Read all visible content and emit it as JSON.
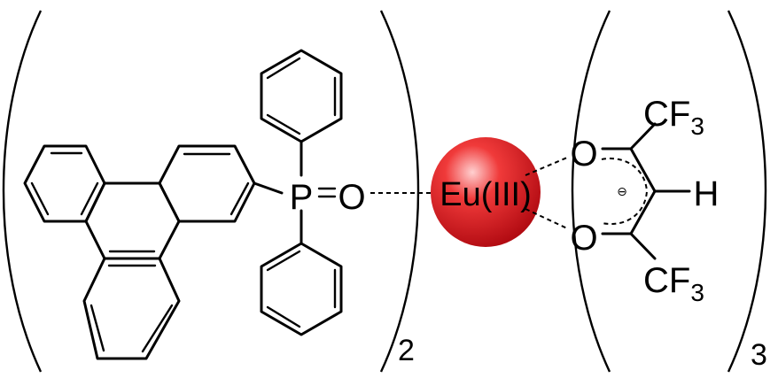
{
  "ligand_left": {
    "phosphorus_label": "P",
    "oxygen_label": "O",
    "count_subscript": "2"
  },
  "metal": {
    "label": "Eu(III)",
    "sphere_color": "#e0141e"
  },
  "ligand_right": {
    "top_group": "CF",
    "top_group_subscript": "3",
    "bottom_group": "CF",
    "bottom_group_subscript": "3",
    "oxygen_top": "O",
    "oxygen_bottom": "O",
    "hydrogen": "H",
    "charge": "⊖",
    "count_subscript": "3"
  }
}
